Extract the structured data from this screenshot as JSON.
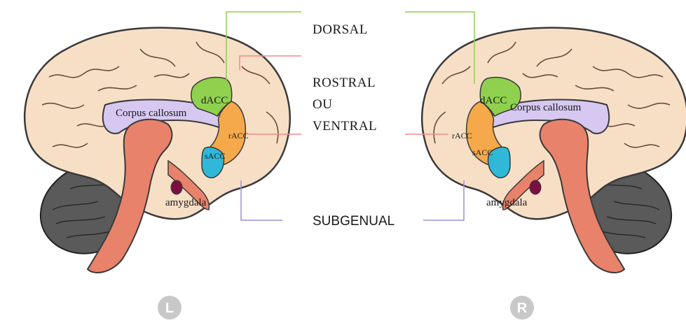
{
  "regions": {
    "dorsal": "DORSAL",
    "rostral_line1": "ROSTRAL",
    "rostral_line2": "OU",
    "rostral_line3": "VENTRAL",
    "subgenual": "SUBGENUAL"
  },
  "left_hemisphere": {
    "corpus_callosum": "Corpus callosum",
    "dacc": "dACC",
    "racc": "rACC",
    "sacc": "sACC",
    "amygdala": "amygdala",
    "side_letter": "L"
  },
  "right_hemisphere": {
    "corpus_callosum": "Corpus callosum",
    "dacc": "dACC",
    "racc": "rACC",
    "sacc": "sACC",
    "amygdala": "amygdala",
    "side_letter": "R"
  },
  "colors": {
    "cortex": "#f7dfc6",
    "cortex_outline": "#3a3a3a",
    "corpus_callosum": "#d6c8f0",
    "brainstem": "#e8826a",
    "cerebellum": "#5a5a5a",
    "dacc": "#8fd14f",
    "racc": "#f5a94a",
    "sacc": "#2fb8d8",
    "dorsal_line": "#8fd14f",
    "rostral_line": "#f08a8a",
    "subgenual_line": "#9a90d8",
    "amygdala": "#7a1040",
    "side_badge": "#c8c8c8"
  }
}
